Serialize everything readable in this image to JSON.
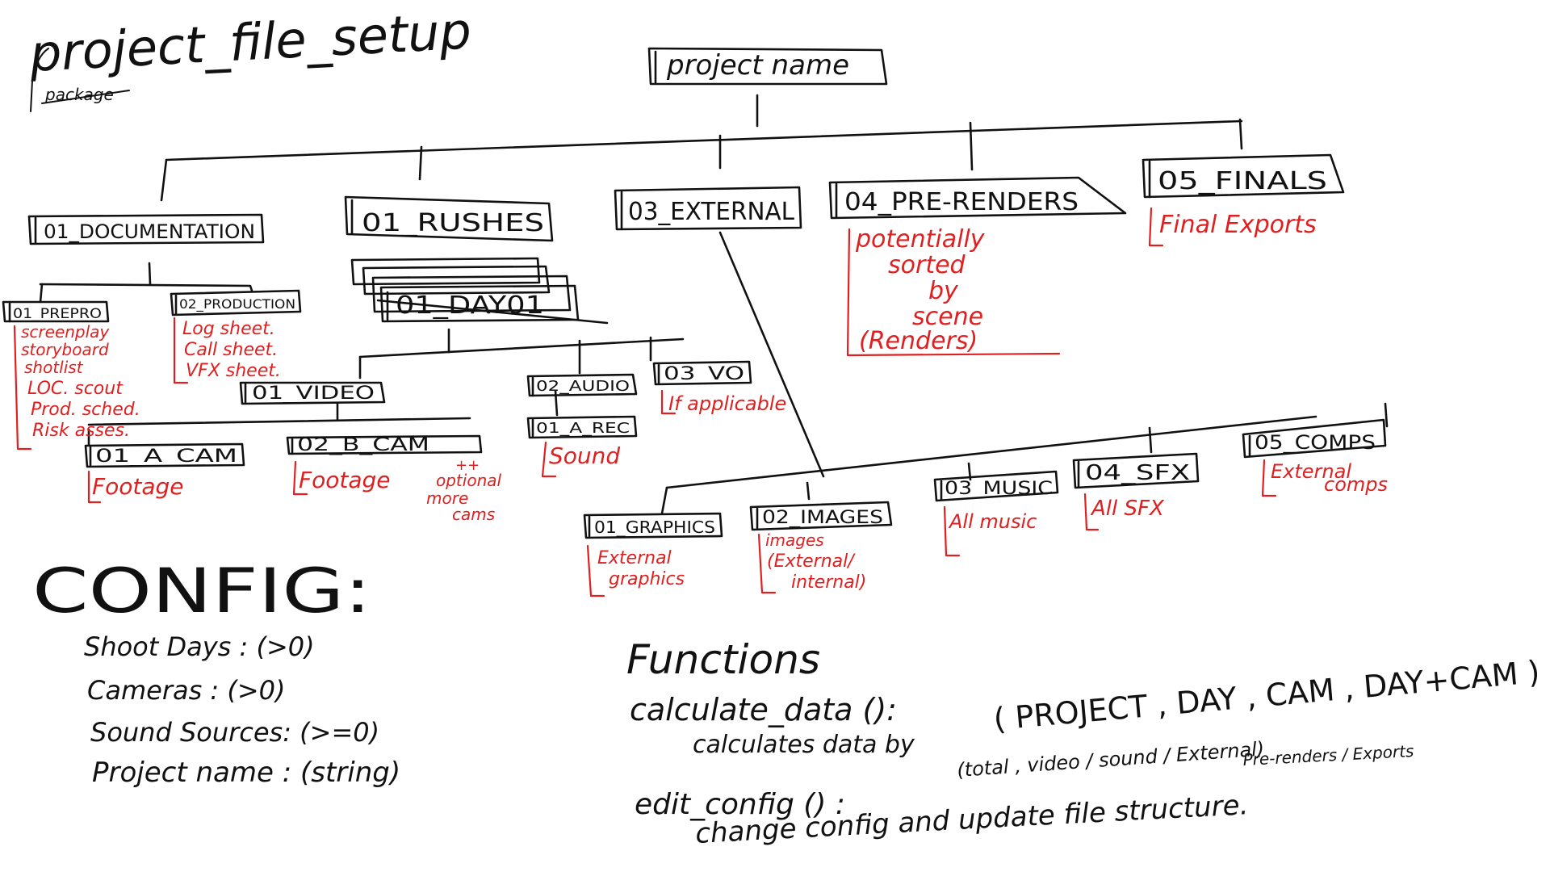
{
  "colors": {
    "ink": "#111111",
    "annotation_red": "#e02020",
    "background": "#ffffff"
  },
  "title": {
    "text": "project_file_setup",
    "subtitle": "package"
  },
  "root": {
    "label": "project name"
  },
  "top_folders": {
    "documentation": {
      "label": "01_DOCUMENTATION"
    },
    "rushes": {
      "label": "01_RUSHES"
    },
    "external": {
      "label": "03_EXTERNAL"
    },
    "pre_renders": {
      "label": "04_PRE-RENDERS",
      "note": [
        "potentially",
        "sorted",
        "by",
        "scene",
        "(Renders)"
      ]
    },
    "finals": {
      "label": "05_FINALS",
      "note": [
        "Final Exports"
      ]
    }
  },
  "documentation_children": {
    "prepro": {
      "label": "01_PREPRO",
      "note": [
        "screenplay",
        "storyboard",
        "shotlist",
        "LOC. scout",
        "Prod. sched.",
        "Risk asses."
      ]
    },
    "production": {
      "label": "02_PRODUCTION",
      "note": [
        "Log sheet.",
        "Call sheet.",
        "VFX sheet."
      ]
    }
  },
  "rushes_children": {
    "day": {
      "label": "01_DAY01"
    },
    "video": {
      "label": "01_VIDEO"
    },
    "audio": {
      "label": "02_AUDIO"
    },
    "vo": {
      "label": "03_VO",
      "note": [
        "If applicable"
      ]
    },
    "a_cam": {
      "label": "01_A_CAM",
      "note": [
        "Footage"
      ]
    },
    "b_cam": {
      "label": "02_B_CAM",
      "note": [
        "Footage"
      ],
      "extra_note": [
        "++",
        "optional",
        "more",
        "cams"
      ]
    },
    "a_rec": {
      "label": "01_A_REC",
      "note": [
        "Sound"
      ]
    }
  },
  "external_children": {
    "graphics": {
      "label": "01_GRAPHICS",
      "note": [
        "External",
        "graphics"
      ]
    },
    "images": {
      "label": "02_IMAGES",
      "note": [
        "images",
        "(External/",
        "internal)"
      ]
    },
    "music": {
      "label": "03_MUSIC",
      "note": [
        "All music"
      ]
    },
    "sfx": {
      "label": "04_SFX",
      "note": [
        "All SFX"
      ]
    },
    "comps": {
      "label": "05_COMPS",
      "note": [
        "External",
        "comps"
      ]
    }
  },
  "config": {
    "heading": "CONFIG:",
    "items": [
      "Shoot Days : (>0)",
      "Cameras : (>0)",
      "Sound Sources: (>=0)",
      "Project name : (string)"
    ]
  },
  "functions": {
    "heading": "Functions",
    "calculate": {
      "signature": "calculate_data ():",
      "desc": "calculates data by",
      "args": "( PROJECT , DAY , CAM , DAY+CAM )",
      "sub": "(total , video / sound / External)",
      "sub2": "Pre-renders / Exports"
    },
    "edit": {
      "signature": "edit_config () :",
      "desc": "change config and update file structure."
    }
  }
}
